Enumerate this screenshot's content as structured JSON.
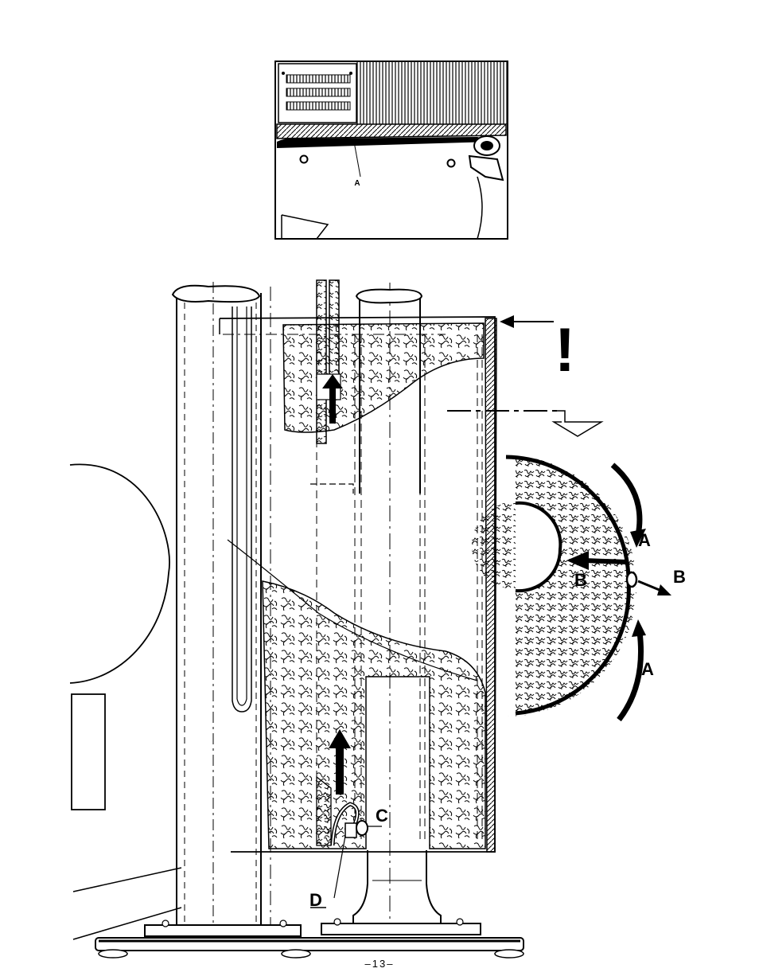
{
  "inset": {
    "callout_a": "A"
  },
  "main": {
    "warning_mark": "!",
    "label_a_top": "A",
    "label_a_bottom": "A",
    "label_b_inner": "B",
    "label_b_outer": "B",
    "label_c": "C",
    "label_d": "D"
  },
  "page_number": "–13–",
  "colors": {
    "ink": "#000000",
    "paper": "#ffffff"
  }
}
